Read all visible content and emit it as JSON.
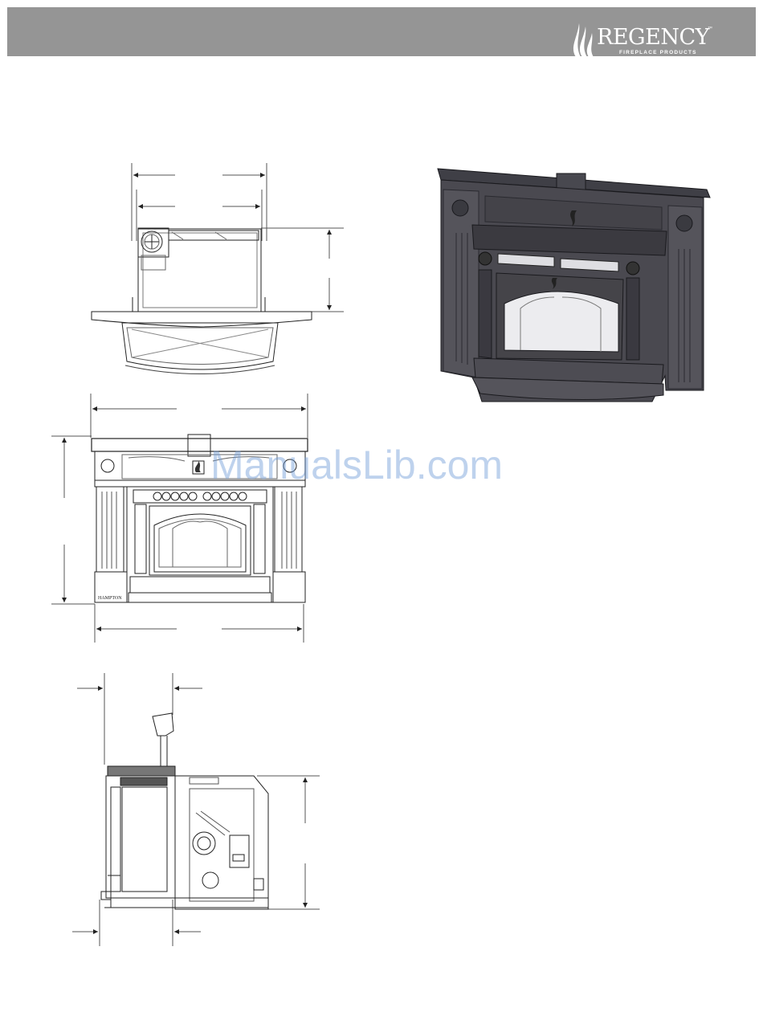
{
  "header": {
    "brand": "REGENCY",
    "brand_tm": "™",
    "brand_sub": "FIREPLACE PRODUCTS",
    "bar_color": "#959595"
  },
  "drawings": {
    "front_view_model_label": "HAMPTON"
  },
  "watermark": "ManualsLib.com"
}
